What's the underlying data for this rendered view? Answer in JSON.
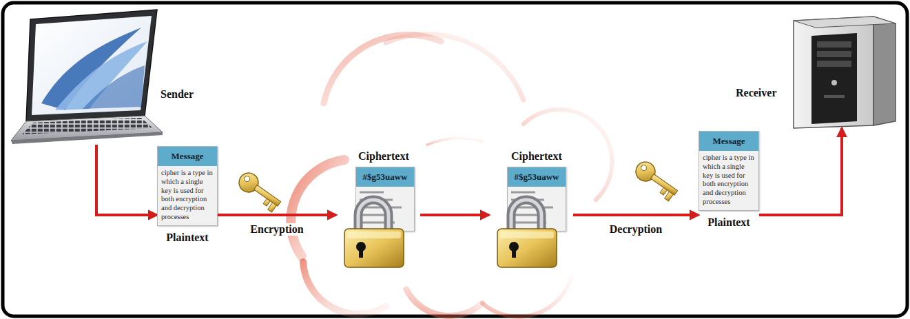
{
  "diagram": {
    "nodes": [
      {
        "text": [
          "Sender"
        ]
      },
      {
        "text": [
          "Message",
          "cipher is a type in which a single key is used for both encryption and decryption processes",
          "Plaintext"
        ]
      },
      {
        "text": [
          "Ciphertext",
          "#$g53uaww"
        ]
      },
      {
        "text": [
          "Ciphertext",
          "#$g53uaww"
        ]
      },
      {
        "text": [
          "Message",
          "cipher is a type in which a single key is used for both encryption and decryption processes",
          "Plaintext"
        ]
      },
      {
        "text": [
          "Receiver"
        ]
      }
    ],
    "edges": [
      {
        "from": 0,
        "to": 1,
        "arrow": "to"
      },
      {
        "from": 1,
        "to": 2,
        "label": "Encryption",
        "arrow": "to"
      },
      {
        "from": 2,
        "to": 3,
        "arrow": "to"
      },
      {
        "from": 3,
        "to": 4,
        "label": "Decryption",
        "arrow": "to"
      },
      {
        "from": 4,
        "to": 5,
        "arrow": "to"
      }
    ]
  }
}
